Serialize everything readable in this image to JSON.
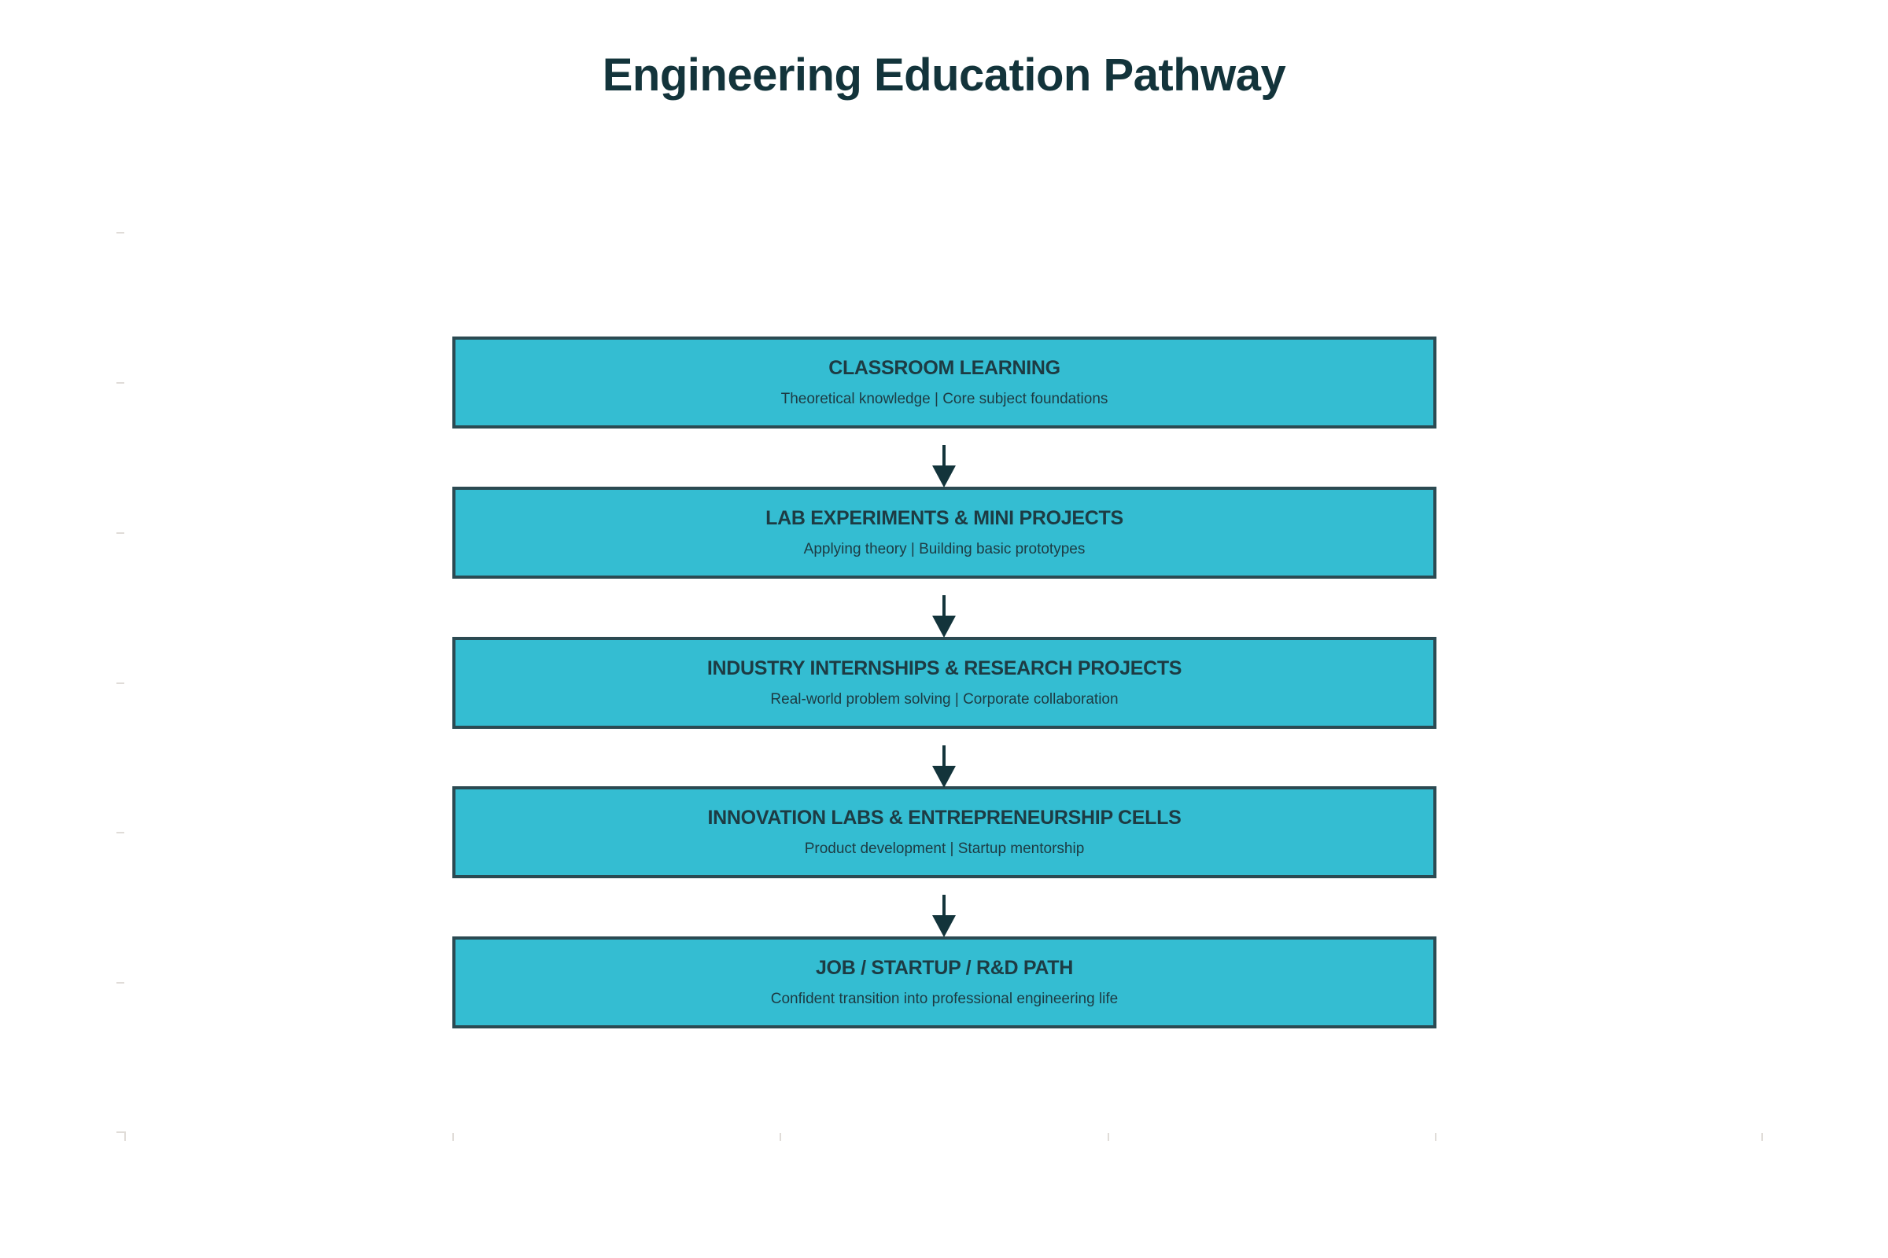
{
  "title": "Engineering Education Pathway",
  "colors": {
    "box_fill": "#34bdd2",
    "box_border": "#2b4a52",
    "text": "#13343b",
    "arrow": "#13343b",
    "tick": "#e0dcd8"
  },
  "stages": [
    {
      "name": "CLASSROOM LEARNING",
      "description": "Theoretical knowledge | Core subject foundations"
    },
    {
      "name": "LAB EXPERIMENTS & MINI PROJECTS",
      "description": "Applying theory | Building basic prototypes"
    },
    {
      "name": "INDUSTRY INTERNSHIPS & RESEARCH PROJECTS",
      "description": "Real-world problem solving | Corporate collaboration"
    },
    {
      "name": "INNOVATION LABS & ENTREPRENEURSHIP CELLS",
      "description": "Product development | Startup mentorship"
    },
    {
      "name": "JOB / STARTUP / R&D PATH",
      "description": "Confident transition into professional engineering life"
    }
  ],
  "connectors": [
    {
      "from": 0,
      "to": 1,
      "icon": "arrow-down-icon"
    },
    {
      "from": 1,
      "to": 2,
      "icon": "arrow-down-icon"
    },
    {
      "from": 2,
      "to": 3,
      "icon": "arrow-down-icon"
    },
    {
      "from": 3,
      "to": 4,
      "icon": "arrow-down-icon"
    }
  ]
}
